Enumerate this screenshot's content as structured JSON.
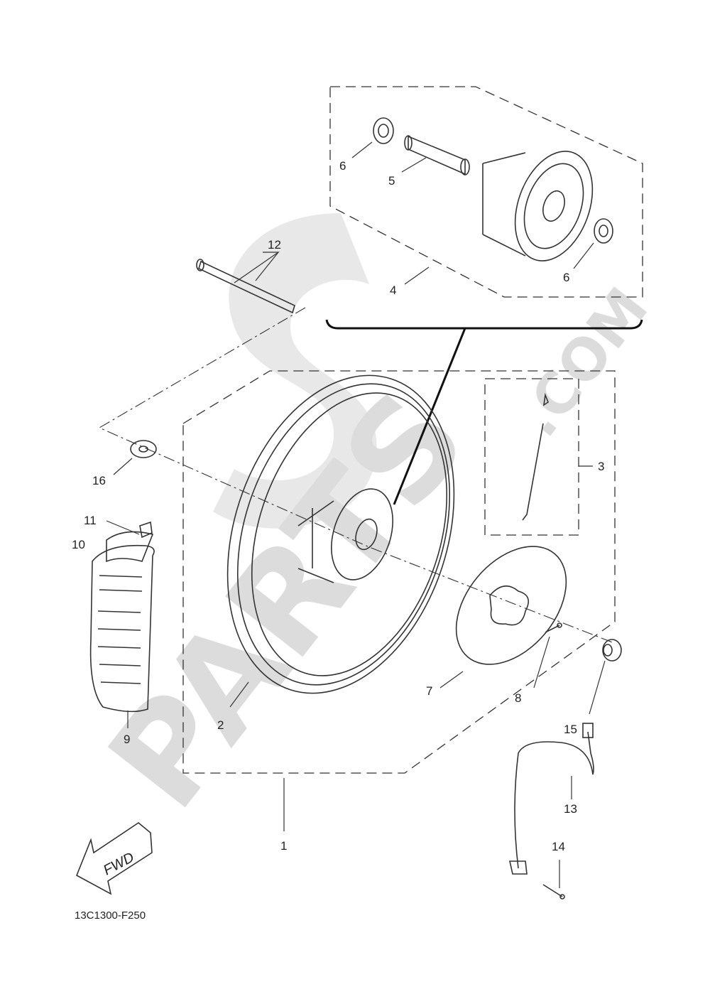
{
  "watermark": {
    "brand": "PARTS",
    "domain": ".COM"
  },
  "callouts": {
    "c1": "1",
    "c2": "2",
    "c3": "3",
    "c4": "4",
    "c5": "5",
    "c6a": "6",
    "c6b": "6",
    "c7": "7",
    "c8": "8",
    "c9": "9",
    "c10": "10",
    "c11": "11",
    "c12": "12",
    "c13": "13",
    "c14": "14",
    "c15": "15",
    "c16": "16"
  },
  "direction_label": "FWD",
  "reference_code": "13C1300-F250"
}
